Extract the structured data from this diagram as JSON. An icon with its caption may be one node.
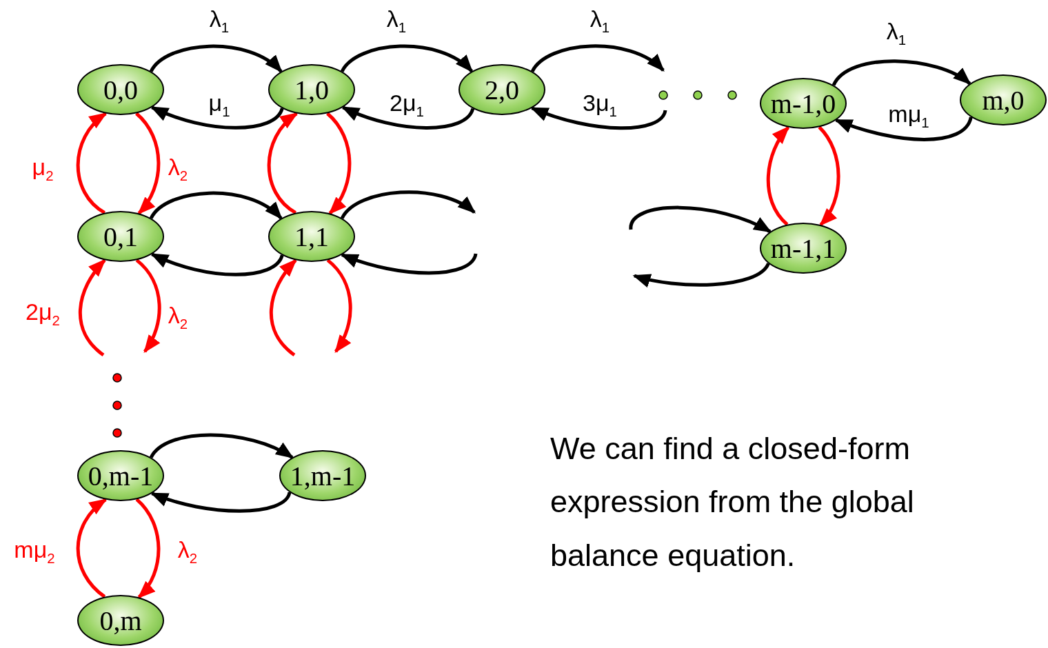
{
  "diagram": {
    "nodes": [
      {
        "text": [
          "0,0"
        ]
      },
      {
        "text": [
          "1,0"
        ]
      },
      {
        "text": [
          "2,0"
        ]
      },
      {
        "text": [
          "m-1,0"
        ]
      },
      {
        "text": [
          "m,0"
        ]
      },
      {
        "text": [
          "0,1"
        ]
      },
      {
        "text": [
          "1,1"
        ]
      },
      {
        "text": [
          "m-1,1"
        ]
      },
      {
        "text": [
          "0,m-1"
        ]
      },
      {
        "text": [
          "1,m-1"
        ]
      },
      {
        "text": [
          "0,m"
        ]
      }
    ],
    "edges": [
      {
        "from": 0,
        "to": 1,
        "arrow": "to",
        "label": "λ$_{1}$"
      },
      {
        "from": 1,
        "to": 0,
        "arrow": "to",
        "label": "μ$_{1}$"
      },
      {
        "from": 1,
        "to": 2,
        "arrow": "to",
        "label": "λ$_{1}$"
      },
      {
        "from": 2,
        "to": 1,
        "arrow": "to",
        "label": "2μ$_{1}$"
      },
      {
        "from": 2,
        "to": null,
        "arrow": "to",
        "label": "λ$_{1}$"
      },
      {
        "from": null,
        "to": 2,
        "arrow": "to",
        "label": "3μ$_{1}$"
      },
      {
        "from": 3,
        "to": 4,
        "arrow": "to",
        "label": "λ$_{1}$"
      },
      {
        "from": 4,
        "to": 3,
        "arrow": "to",
        "label": "mμ$_{1}$"
      },
      {
        "from": 5,
        "to": 0,
        "arrow": "to",
        "label": "μ$_{2}$",
        "color": "#ff0000"
      },
      {
        "from": 0,
        "to": 5,
        "arrow": "to",
        "label": "λ$_{2}$",
        "color": "#ff0000"
      },
      {
        "from": 6,
        "to": 1,
        "arrow": "to",
        "color": "#ff0000"
      },
      {
        "from": 1,
        "to": 6,
        "arrow": "to",
        "color": "#ff0000"
      },
      {
        "from": 7,
        "to": 3,
        "arrow": "to",
        "color": "#ff0000"
      },
      {
        "from": 3,
        "to": 7,
        "arrow": "to",
        "color": "#ff0000"
      },
      {
        "from": 5,
        "to": 6,
        "arrow": "to"
      },
      {
        "from": 6,
        "to": 5,
        "arrow": "to"
      },
      {
        "from": 6,
        "to": null,
        "arrow": "to"
      },
      {
        "from": null,
        "to": 6,
        "arrow": "to"
      },
      {
        "from": null,
        "to": 7,
        "arrow": "to"
      },
      {
        "from": 7,
        "to": null,
        "arrow": "to"
      },
      {
        "from": null,
        "to": 5,
        "arrow": "to",
        "label": "2μ$_{2}$",
        "color": "#ff0000"
      },
      {
        "from": 5,
        "to": null,
        "arrow": "to",
        "label": "λ$_{2}$",
        "color": "#ff0000"
      },
      {
        "from": null,
        "to": 6,
        "arrow": "to",
        "color": "#ff0000"
      },
      {
        "from": 6,
        "to": null,
        "arrow": "to",
        "color": "#ff0000"
      },
      {
        "from": 8,
        "to": 9,
        "arrow": "to"
      },
      {
        "from": 9,
        "to": 8,
        "arrow": "to"
      },
      {
        "from": 10,
        "to": 8,
        "arrow": "to",
        "label": "mμ$_{2}$",
        "color": "#ff0000"
      },
      {
        "from": 8,
        "to": 10,
        "arrow": "to",
        "label": "λ$_{2}$",
        "color": "#ff0000"
      }
    ],
    "labels": [
      "We can find a closed-form expression from the global balance equation."
    ]
  }
}
